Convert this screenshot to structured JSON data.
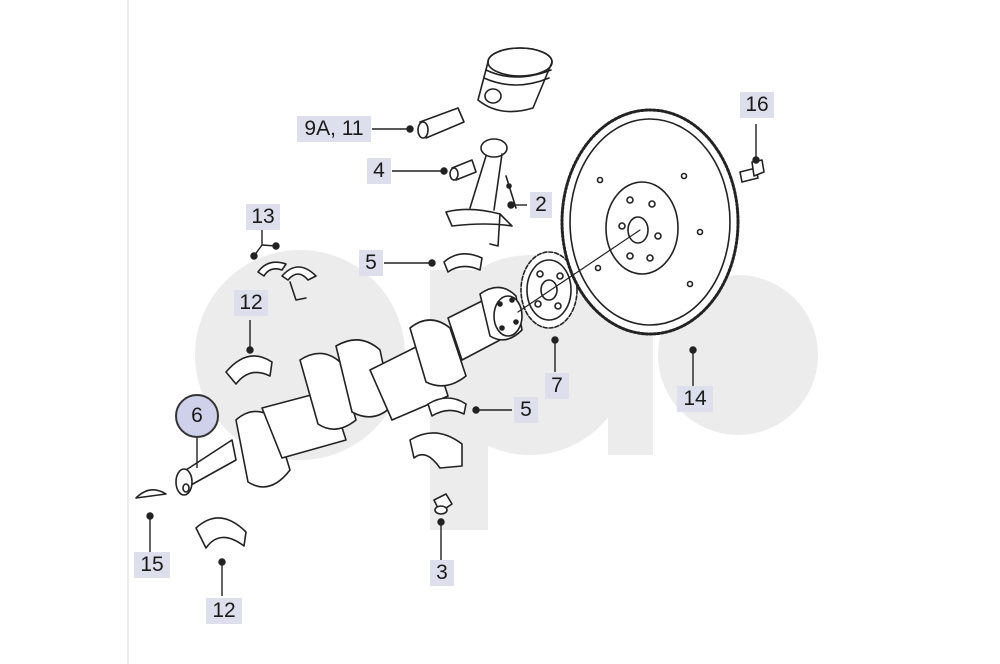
{
  "diagram": {
    "highlighted_callout": "6",
    "callouts": {
      "c9a11": "9A, 11",
      "c4": "4",
      "c2": "2",
      "c16": "16",
      "c13": "13",
      "c5a": "5",
      "c12a": "12",
      "c7": "7",
      "c14": "14",
      "c5b": "5",
      "c3": "3",
      "c15": "15",
      "c12b": "12"
    },
    "colors": {
      "label_bg": "#dde0ec",
      "highlight_bg": "#cfd1ea",
      "watermark": "#ececec",
      "line": "#222222"
    }
  }
}
